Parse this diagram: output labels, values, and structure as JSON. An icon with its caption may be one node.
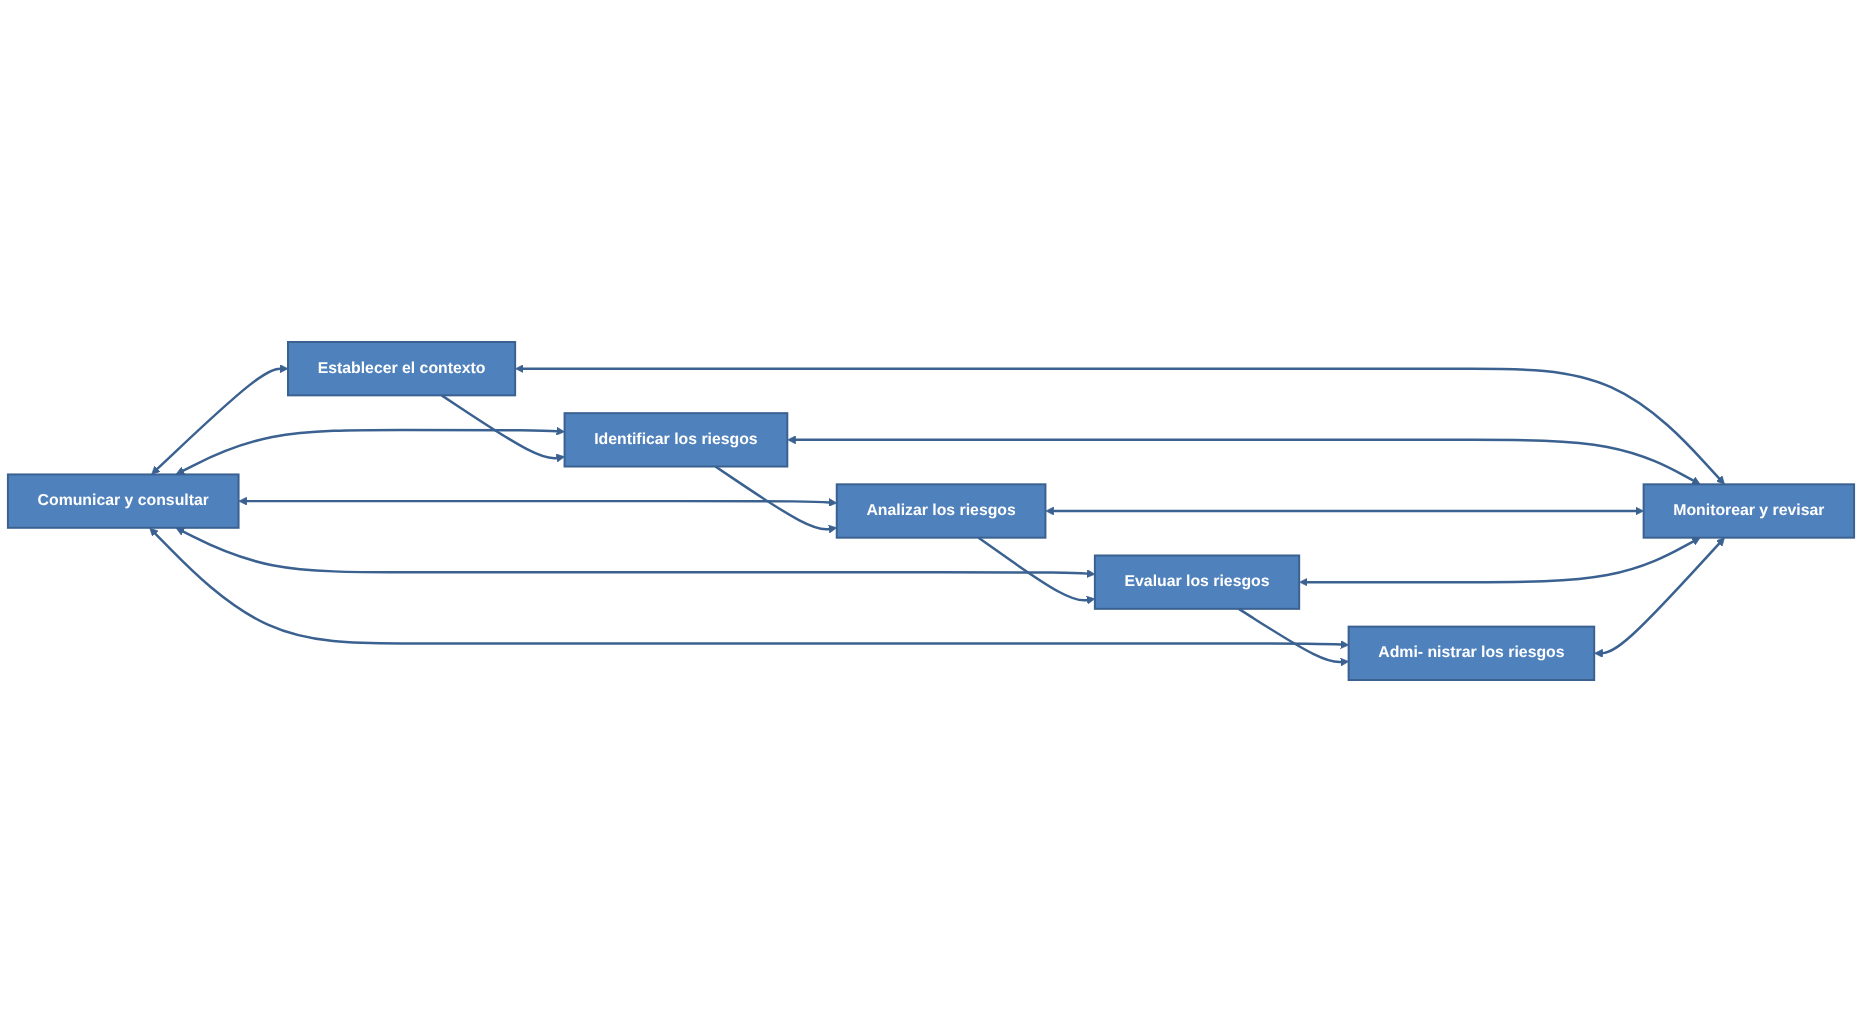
{
  "diagram": {
    "nodes": [
      {
        "text": [
          "Comunicar y consultar"
        ]
      },
      {
        "text": [
          "Establecer el contexto"
        ]
      },
      {
        "text": [
          "Identificar los riesgos"
        ]
      },
      {
        "text": [
          "Analizar los riesgos"
        ]
      },
      {
        "text": [
          "Evaluar los riesgos"
        ]
      },
      {
        "text": [
          "Admi- nistrar los riesgos"
        ]
      },
      {
        "text": [
          "Monitorear y revisar"
        ]
      }
    ],
    "edges": [
      {
        "from": 0,
        "to": 1,
        "arrow": "both"
      },
      {
        "from": 0,
        "to": 2,
        "arrow": "both"
      },
      {
        "from": 0,
        "to": 3,
        "arrow": "both"
      },
      {
        "from": 0,
        "to": 4,
        "arrow": "both"
      },
      {
        "from": 0,
        "to": 5,
        "arrow": "both"
      },
      {
        "from": 1,
        "to": 2,
        "arrow": "to"
      },
      {
        "from": 2,
        "to": 3,
        "arrow": "to"
      },
      {
        "from": 3,
        "to": 4,
        "arrow": "to"
      },
      {
        "from": 4,
        "to": 5,
        "arrow": "to"
      },
      {
        "from": 1,
        "to": 6,
        "arrow": "both"
      },
      {
        "from": 2,
        "to": 6,
        "arrow": "both"
      },
      {
        "from": 3,
        "to": 6,
        "arrow": "both"
      },
      {
        "from": 4,
        "to": 6,
        "arrow": "both"
      },
      {
        "from": 5,
        "to": 6,
        "arrow": "both"
      }
    ]
  }
}
